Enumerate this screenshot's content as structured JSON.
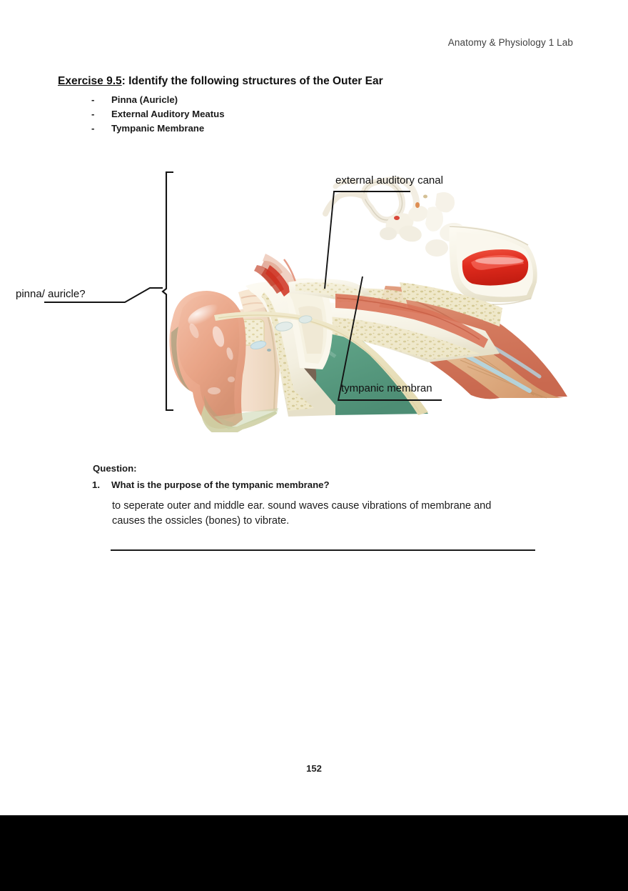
{
  "header": {
    "course_title": "Anatomy & Physiology 1 Lab"
  },
  "exercise": {
    "number_label": "Exercise 9.5",
    "separator": ": ",
    "title": "Identify the following structures of the Outer Ear",
    "bullet_marker": "-",
    "items": [
      "Pinna (Auricle)",
      "External Auditory Meatus",
      "Tympanic Membrane"
    ]
  },
  "figure": {
    "caption_alt": "Photograph of a sectioned anatomical ear model showing the auricle, external auditory canal, middle ear ossicles, cochlea and semicircular canals",
    "annotations": [
      {
        "id": "external-auditory-canal",
        "text": "external auditory canal"
      },
      {
        "id": "pinna-auricle",
        "text": "pinna/ auricle?"
      },
      {
        "id": "tympanic-membrane",
        "text": "tympanic membran"
      }
    ],
    "colors": {
      "auricle_skin": "#e8a98e",
      "auricle_highlight": "#f3c6b0",
      "cartilage": "#f4e2cd",
      "spongy_bone": "#ece4c6",
      "bone_white": "#f7f4ea",
      "mucosa_red": "#e03a2b",
      "muscle_orange": "#d4765c",
      "inner_ear_teal": "#63a58c",
      "vessel_blue": "#b9d9e2",
      "marrow_yellow": "#e7d88f"
    }
  },
  "question_block": {
    "label": "Question:",
    "number": "1.",
    "prompt": "What is the purpose of the tympanic membrane?",
    "answer": "to seperate outer and middle ear. sound waves cause vibrations of membrane and causes the ossicles (bones) to vibrate."
  },
  "footer": {
    "page_number": "152"
  }
}
